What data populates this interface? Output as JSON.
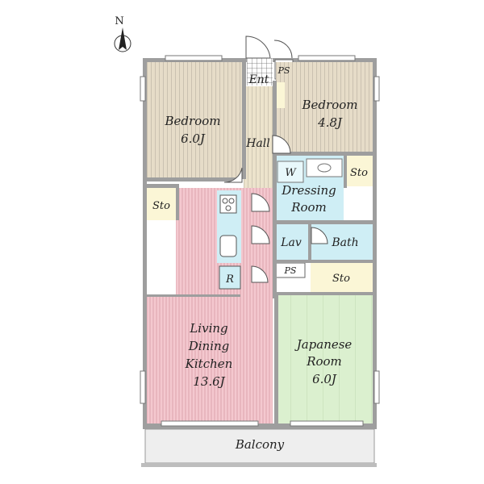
{
  "compass": {
    "north_label": "N"
  },
  "rooms": {
    "entrance": "Ent",
    "pipe_space_top": "PS",
    "bedroom_west": {
      "name": "Bedroom",
      "size": "6.0J"
    },
    "bedroom_east": {
      "name": "Bedroom",
      "size": "4.8J"
    },
    "hall": "Hall",
    "storage_bedroom_east": "Sto",
    "washer": "W",
    "dressing_room": {
      "line1": "Dressing",
      "line2": "Room"
    },
    "storage_west": "Sto",
    "lavatory": "Lav",
    "bath": "Bath",
    "pipe_space_mid": "PS",
    "storage_mid": "Sto",
    "refrigerator": "R",
    "ldk": {
      "line1": "Living",
      "line2": "Dining",
      "line3": "Kitchen",
      "size": "13.6J"
    },
    "japanese_room": {
      "line1": "Japanese",
      "line2": "Room",
      "size": "6.0J"
    },
    "balcony": "Balcony"
  },
  "colors": {
    "wall": "#9e9e9e",
    "bedroom": "#e6dcc8",
    "hall": "#ece3cc",
    "storage": "#fbf6d6",
    "wet_area": "#cfeef5",
    "ldk": "#f4c8cf",
    "japanese_room": "#dbf0cf",
    "balcony": "#eeeeee"
  }
}
